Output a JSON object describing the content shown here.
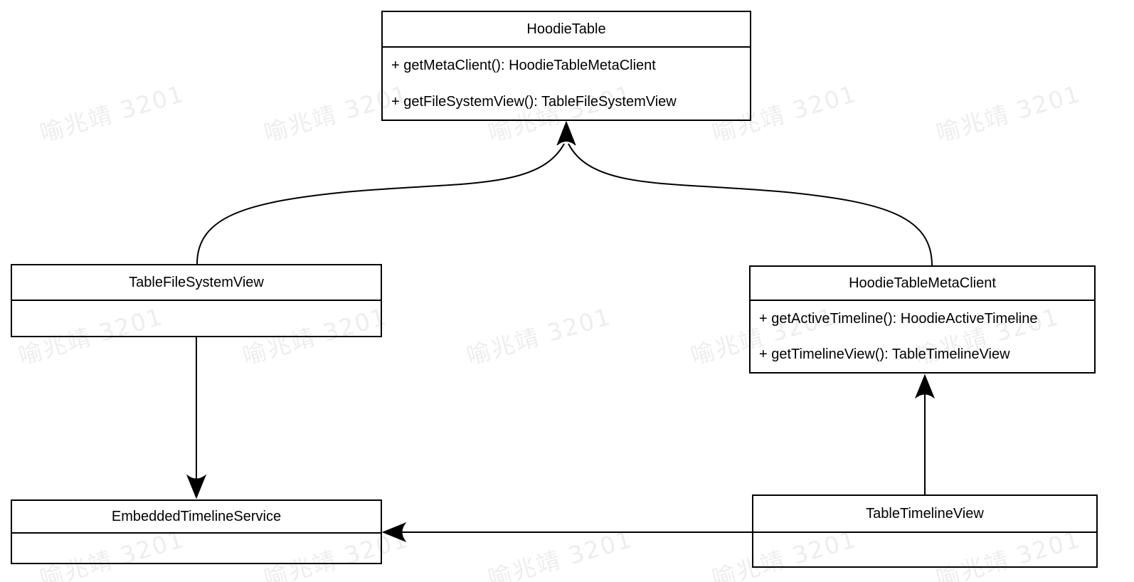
{
  "diagram": {
    "type": "uml-class-diagram",
    "colors": {
      "stroke": "#000000",
      "background": "#ffffff",
      "text": "#000000",
      "watermark": "rgba(0,0,0,0.07)"
    },
    "classes": {
      "hoodieTable": {
        "name": "HoodieTable",
        "methods": [
          "+ getMetaClient(): HoodieTableMetaClient",
          "+ getFileSystemView(): TableFileSystemView"
        ]
      },
      "tableFileSystemView": {
        "name": "TableFileSystemView",
        "methods": []
      },
      "hoodieTableMetaClient": {
        "name": "HoodieTableMetaClient",
        "methods": [
          "+ getActiveTimeline(): HoodieActiveTimeline",
          "+ getTimelineView(): TableTimelineView"
        ]
      },
      "embeddedTimelineService": {
        "name": "EmbeddedTimelineService",
        "methods": []
      },
      "tableTimelineView": {
        "name": "TableTimelineView",
        "methods": []
      }
    },
    "relations": [
      {
        "from": "TableFileSystemView",
        "to": "HoodieTable",
        "style": "curved-arrow"
      },
      {
        "from": "HoodieTableMetaClient",
        "to": "HoodieTable",
        "style": "curved-arrow"
      },
      {
        "from": "TableFileSystemView",
        "to": "EmbeddedTimelineService",
        "style": "straight-arrow"
      },
      {
        "from": "TableTimelineView",
        "to": "HoodieTableMetaClient",
        "style": "straight-arrow"
      },
      {
        "from": "TableTimelineView",
        "to": "EmbeddedTimelineService",
        "style": "straight-arrow"
      }
    ]
  },
  "watermark": {
    "text": "喻兆靖 3201"
  }
}
